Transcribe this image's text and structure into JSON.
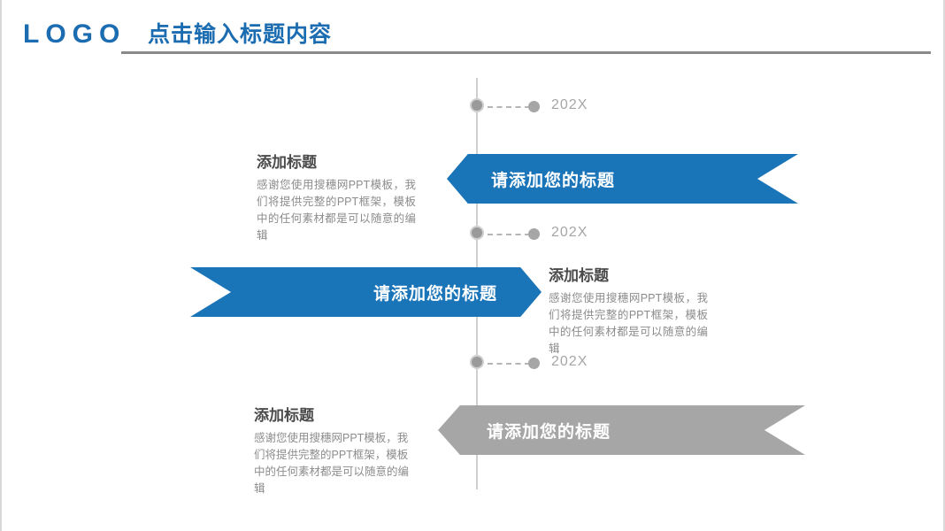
{
  "header": {
    "logo": "LOGO",
    "title": "点击输入标题内容",
    "accent_color": "#1b6cb0",
    "rule_color": "#8a8a8a"
  },
  "theme": {
    "blue": "#1a74b8",
    "gray": "#a6a6a6",
    "spine_color": "#cfcfcf",
    "body_text_color": "#8c8c8c",
    "title_text_color": "#4a4a4a"
  },
  "timeline": {
    "nodes": [
      {
        "year": "202X"
      },
      {
        "year": "202X"
      },
      {
        "year": "202X"
      }
    ]
  },
  "rows": [
    {
      "banner_label": "请添加您的标题",
      "banner_color": "#1a74b8",
      "banner_direction": "right",
      "text_side": "left",
      "title": "添加标题",
      "body": "感谢您使用搜穗网PPT模板，我们将提供完整的PPT框架，模板中的任何素材都是可以随意的编辑"
    },
    {
      "banner_label": "请添加您的标题",
      "banner_color": "#1a74b8",
      "banner_direction": "left",
      "text_side": "right",
      "title": "添加标题",
      "body": "感谢您使用搜穗网PPT模板，我们将提供完整的PPT框架，模板中的任何素材都是可以随意的编辑"
    },
    {
      "banner_label": "请添加您的标题",
      "banner_color": "#a6a6a6",
      "banner_direction": "right",
      "text_side": "left",
      "title": "添加标题",
      "body": "感谢您使用搜穗网PPT模板，我们将提供完整的PPT框架，模板中的任何素材都是可以随意的编辑"
    }
  ]
}
